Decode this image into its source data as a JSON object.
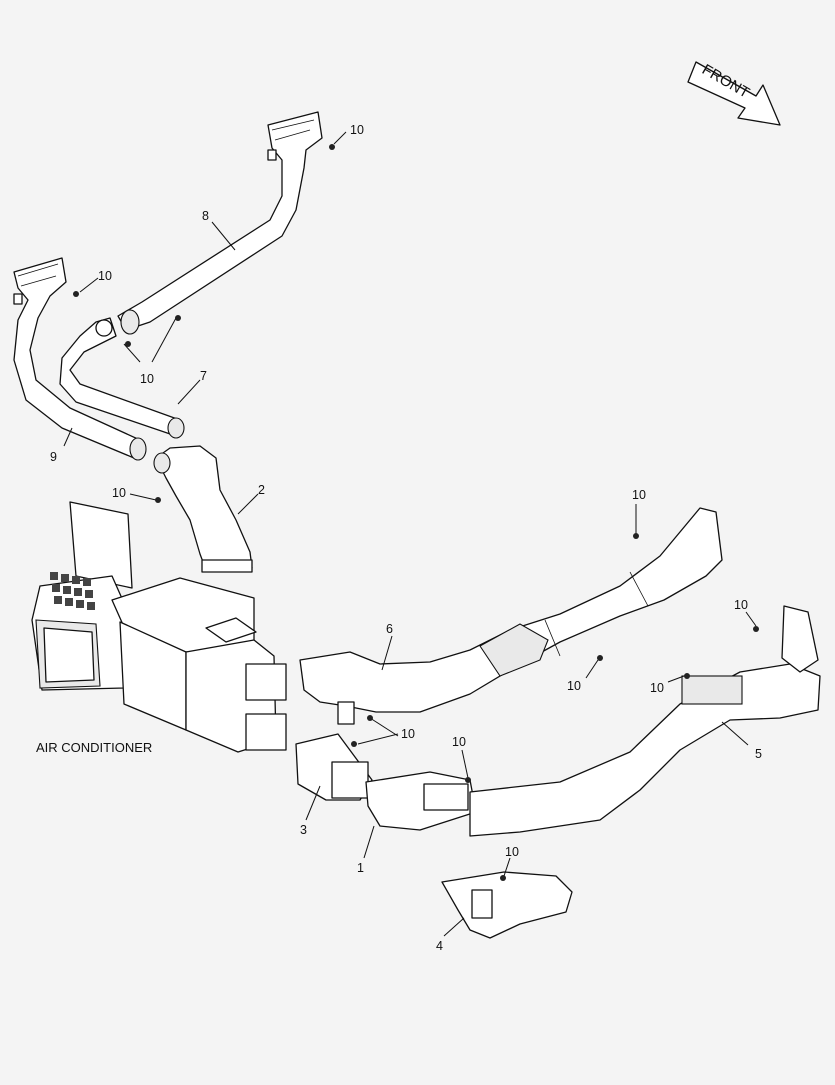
{
  "orientation": {
    "label": "FRONT"
  },
  "assembly": {
    "label": "AIR CONDITIONER"
  },
  "callouts": {
    "p1": "1",
    "p2": "2",
    "p3": "3",
    "p4": "4",
    "p5": "5",
    "p6": "6",
    "p7": "7",
    "p8": "8",
    "p9": "9",
    "screw": "10"
  },
  "colors": {
    "background": "#f4f4f4",
    "line": "#111111",
    "fill": "#ffffff"
  }
}
